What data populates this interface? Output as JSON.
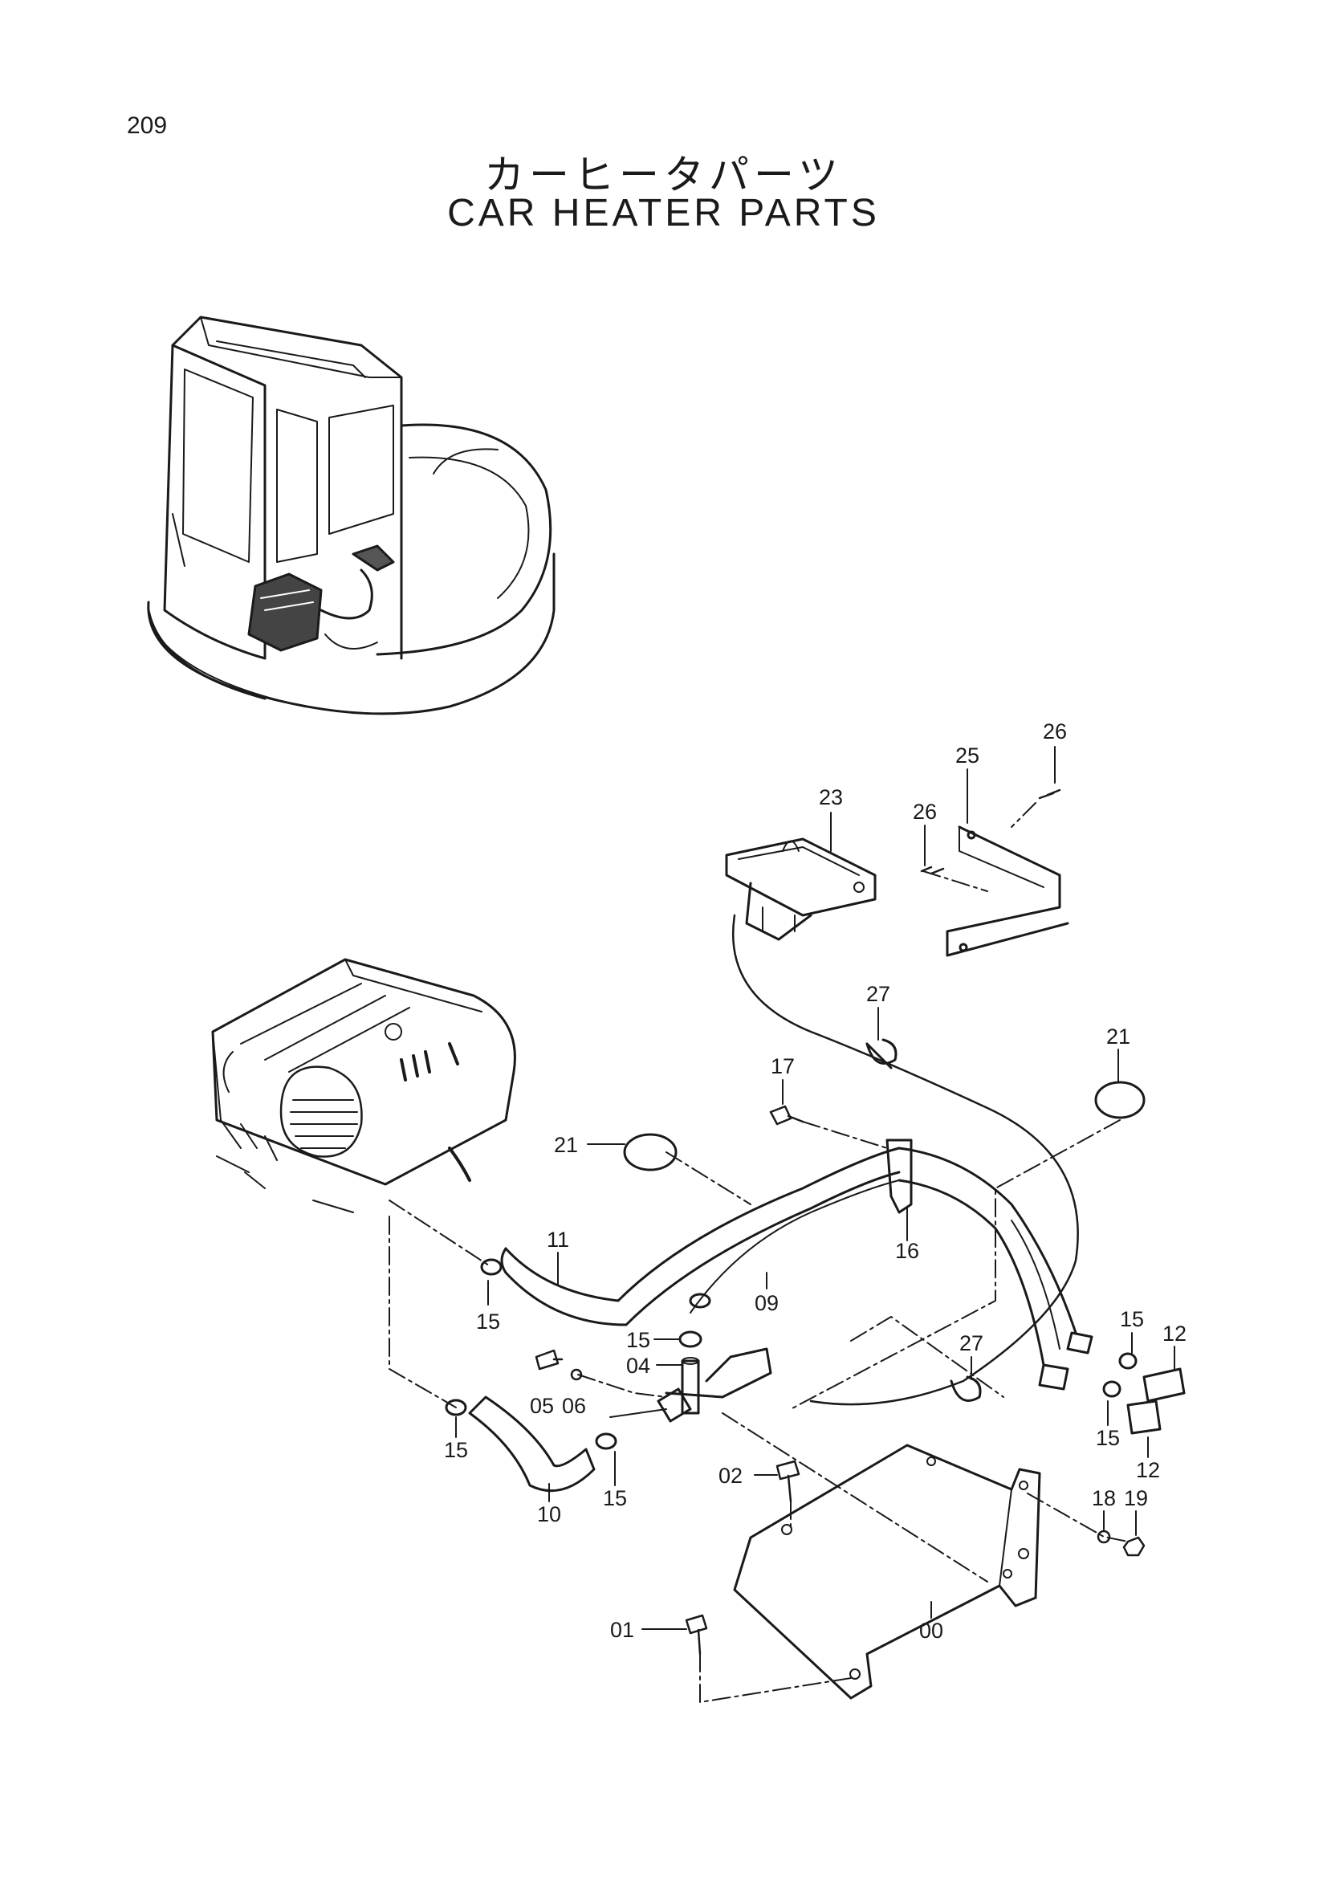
{
  "page": {
    "number": "209"
  },
  "title": {
    "japanese": "カーヒータパーツ",
    "english": "CAR HEATER PARTS"
  },
  "callouts": {
    "c00": "00",
    "c01": "01",
    "c02": "02",
    "c04": "04",
    "c05": "05",
    "c06": "06",
    "c09": "09",
    "c10": "10",
    "c11": "11",
    "c12a": "12",
    "c12b": "12",
    "c15a": "15",
    "c15b": "15",
    "c15c": "15",
    "c15d": "15",
    "c15e": "15",
    "c15f": "15",
    "c16": "16",
    "c17": "17",
    "c18": "18",
    "c19": "19",
    "c21a": "21",
    "c21b": "21",
    "c23": "23",
    "c25": "25",
    "c26a": "26",
    "c26b": "26",
    "c27a": "27",
    "c27b": "27"
  },
  "colors": {
    "ink": "#1a1a1a",
    "paper": "#ffffff"
  }
}
